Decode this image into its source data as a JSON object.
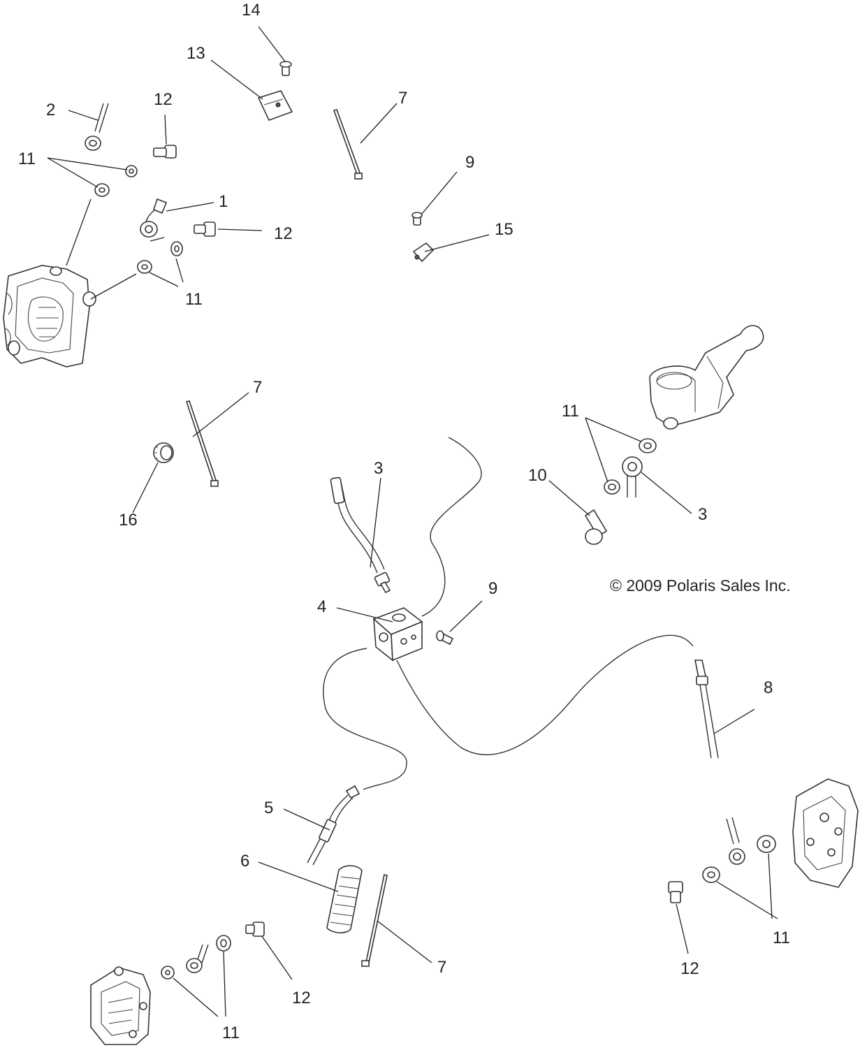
{
  "copyright": "© 2009 Polaris Sales Inc.",
  "callouts": [
    {
      "id": "c1",
      "text": "1"
    },
    {
      "id": "c2",
      "text": "2"
    },
    {
      "id": "c3a",
      "text": "3"
    },
    {
      "id": "c3b",
      "text": "3"
    },
    {
      "id": "c4",
      "text": "4"
    },
    {
      "id": "c5",
      "text": "5"
    },
    {
      "id": "c6",
      "text": "6"
    },
    {
      "id": "c7a",
      "text": "7"
    },
    {
      "id": "c7b",
      "text": "7"
    },
    {
      "id": "c7c",
      "text": "7"
    },
    {
      "id": "c8",
      "text": "8"
    },
    {
      "id": "c9a",
      "text": "9"
    },
    {
      "id": "c9b",
      "text": "9"
    },
    {
      "id": "c10",
      "text": "10"
    },
    {
      "id": "c11a",
      "text": "11"
    },
    {
      "id": "c11b",
      "text": "11"
    },
    {
      "id": "c11c",
      "text": "11"
    },
    {
      "id": "c11d",
      "text": "11"
    },
    {
      "id": "c11e",
      "text": "11"
    },
    {
      "id": "c12a",
      "text": "12"
    },
    {
      "id": "c12b",
      "text": "12"
    },
    {
      "id": "c12c",
      "text": "12"
    },
    {
      "id": "c12d",
      "text": "12"
    },
    {
      "id": "c13",
      "text": "13"
    },
    {
      "id": "c14",
      "text": "14"
    },
    {
      "id": "c15",
      "text": "15"
    },
    {
      "id": "c16",
      "text": "16"
    }
  ]
}
